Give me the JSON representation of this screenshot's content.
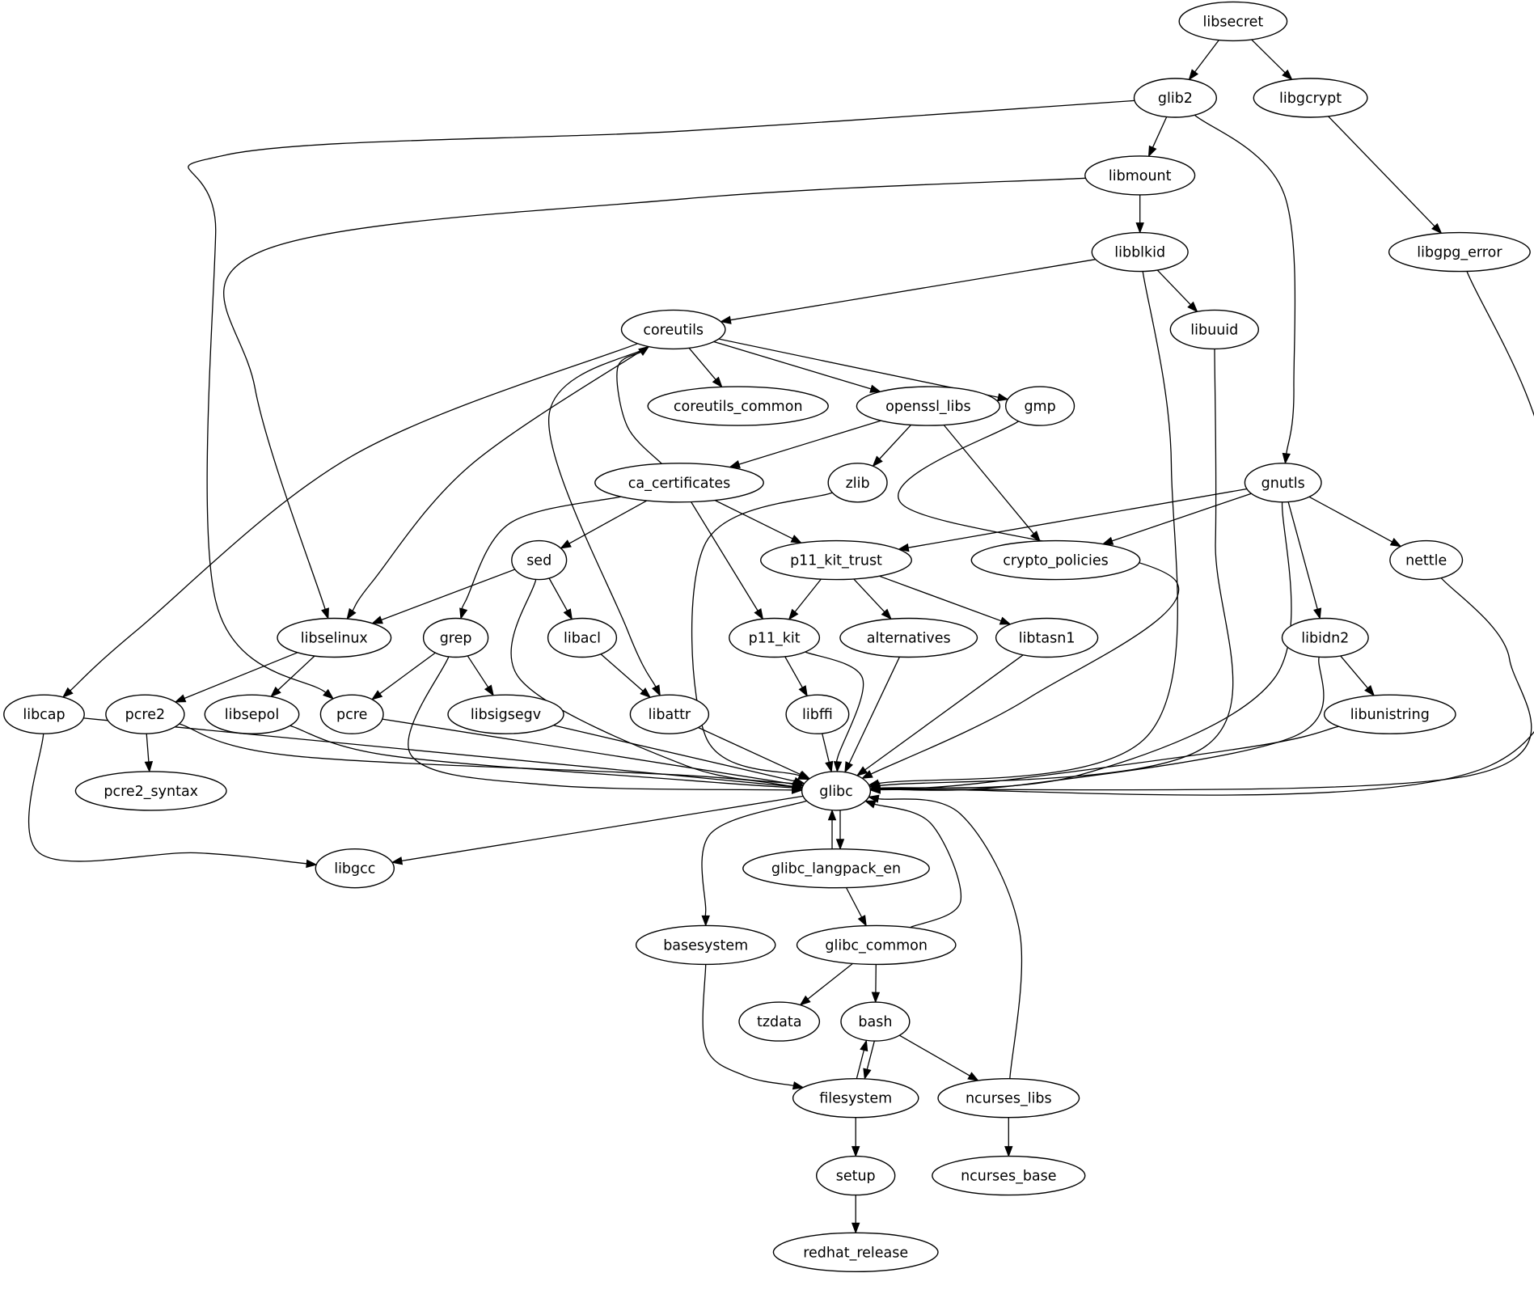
{
  "graph": {
    "nodes": [
      {
        "id": "libsecret",
        "label": "libsecret"
      },
      {
        "id": "glib2",
        "label": "glib2"
      },
      {
        "id": "libgcrypt",
        "label": "libgcrypt"
      },
      {
        "id": "libmount",
        "label": "libmount"
      },
      {
        "id": "libgpg_error",
        "label": "libgpg_error"
      },
      {
        "id": "libblkid",
        "label": "libblkid"
      },
      {
        "id": "coreutils",
        "label": "coreutils"
      },
      {
        "id": "libuuid",
        "label": "libuuid"
      },
      {
        "id": "coreutils_common",
        "label": "coreutils_common"
      },
      {
        "id": "openssl_libs",
        "label": "openssl_libs"
      },
      {
        "id": "gmp",
        "label": "gmp"
      },
      {
        "id": "ca_certificates",
        "label": "ca_certificates"
      },
      {
        "id": "zlib",
        "label": "zlib"
      },
      {
        "id": "gnutls",
        "label": "gnutls"
      },
      {
        "id": "sed",
        "label": "sed"
      },
      {
        "id": "p11_kit_trust",
        "label": "p11_kit_trust"
      },
      {
        "id": "crypto_policies",
        "label": "crypto_policies"
      },
      {
        "id": "nettle",
        "label": "nettle"
      },
      {
        "id": "libselinux",
        "label": "libselinux"
      },
      {
        "id": "grep",
        "label": "grep"
      },
      {
        "id": "libacl",
        "label": "libacl"
      },
      {
        "id": "p11_kit",
        "label": "p11_kit"
      },
      {
        "id": "alternatives",
        "label": "alternatives"
      },
      {
        "id": "libtasn1",
        "label": "libtasn1"
      },
      {
        "id": "libidn2",
        "label": "libidn2"
      },
      {
        "id": "libcap",
        "label": "libcap"
      },
      {
        "id": "pcre2",
        "label": "pcre2"
      },
      {
        "id": "libsepol",
        "label": "libsepol"
      },
      {
        "id": "pcre",
        "label": "pcre"
      },
      {
        "id": "libsigsegv",
        "label": "libsigsegv"
      },
      {
        "id": "libattr",
        "label": "libattr"
      },
      {
        "id": "libffi",
        "label": "libffi"
      },
      {
        "id": "libunistring",
        "label": "libunistring"
      },
      {
        "id": "glibc",
        "label": "glibc"
      },
      {
        "id": "pcre2_syntax",
        "label": "pcre2_syntax"
      },
      {
        "id": "libgcc",
        "label": "libgcc"
      },
      {
        "id": "glibc_langpack_en",
        "label": "glibc_langpack_en"
      },
      {
        "id": "basesystem",
        "label": "basesystem"
      },
      {
        "id": "glibc_common",
        "label": "glibc_common"
      },
      {
        "id": "tzdata",
        "label": "tzdata"
      },
      {
        "id": "bash",
        "label": "bash"
      },
      {
        "id": "filesystem",
        "label": "filesystem"
      },
      {
        "id": "ncurses_libs",
        "label": "ncurses_libs"
      },
      {
        "id": "setup",
        "label": "setup"
      },
      {
        "id": "ncurses_base",
        "label": "ncurses_base"
      },
      {
        "id": "redhat_release",
        "label": "redhat_release"
      }
    ],
    "edges": [
      [
        "libsecret",
        "glib2"
      ],
      [
        "libsecret",
        "libgcrypt"
      ],
      [
        "glib2",
        "libmount"
      ],
      [
        "glib2",
        "pcre"
      ],
      [
        "glib2",
        "gnutls"
      ],
      [
        "libgcrypt",
        "libgpg_error"
      ],
      [
        "libgpg_error",
        "glibc"
      ],
      [
        "libmount",
        "libblkid"
      ],
      [
        "libmount",
        "libselinux"
      ],
      [
        "libblkid",
        "coreutils"
      ],
      [
        "libblkid",
        "libuuid"
      ],
      [
        "libblkid",
        "glibc"
      ],
      [
        "libuuid",
        "glibc"
      ],
      [
        "coreutils",
        "coreutils_common"
      ],
      [
        "coreutils",
        "openssl_libs"
      ],
      [
        "coreutils",
        "gmp"
      ],
      [
        "coreutils",
        "libselinux"
      ],
      [
        "coreutils",
        "libcap"
      ],
      [
        "coreutils",
        "libattr"
      ],
      [
        "openssl_libs",
        "ca_certificates"
      ],
      [
        "openssl_libs",
        "zlib"
      ],
      [
        "openssl_libs",
        "crypto_policies"
      ],
      [
        "gmp",
        "glibc"
      ],
      [
        "zlib",
        "glibc"
      ],
      [
        "ca_certificates",
        "coreutils"
      ],
      [
        "ca_certificates",
        "sed"
      ],
      [
        "ca_certificates",
        "grep"
      ],
      [
        "ca_certificates",
        "p11_kit_trust"
      ],
      [
        "ca_certificates",
        "p11_kit"
      ],
      [
        "gnutls",
        "p11_kit_trust"
      ],
      [
        "gnutls",
        "crypto_policies"
      ],
      [
        "gnutls",
        "nettle"
      ],
      [
        "gnutls",
        "libidn2"
      ],
      [
        "gnutls",
        "glibc"
      ],
      [
        "nettle",
        "glibc"
      ],
      [
        "sed",
        "libselinux"
      ],
      [
        "sed",
        "libacl"
      ],
      [
        "sed",
        "glibc"
      ],
      [
        "p11_kit_trust",
        "p11_kit"
      ],
      [
        "p11_kit_trust",
        "alternatives"
      ],
      [
        "p11_kit_trust",
        "libtasn1"
      ],
      [
        "libselinux",
        "pcre2"
      ],
      [
        "libselinux",
        "libsepol"
      ],
      [
        "grep",
        "pcre"
      ],
      [
        "grep",
        "libsigsegv"
      ],
      [
        "grep",
        "glibc"
      ],
      [
        "libacl",
        "libattr"
      ],
      [
        "p11_kit",
        "libffi"
      ],
      [
        "p11_kit",
        "glibc"
      ],
      [
        "alternatives",
        "glibc"
      ],
      [
        "libtasn1",
        "glibc"
      ],
      [
        "libidn2",
        "libunistring"
      ],
      [
        "libidn2",
        "glibc"
      ],
      [
        "libcap",
        "glibc"
      ],
      [
        "libcap",
        "libgcc"
      ],
      [
        "pcre2",
        "pcre2_syntax"
      ],
      [
        "pcre2",
        "glibc"
      ],
      [
        "libsepol",
        "glibc"
      ],
      [
        "pcre",
        "glibc"
      ],
      [
        "libsigsegv",
        "glibc"
      ],
      [
        "libattr",
        "glibc"
      ],
      [
        "libffi",
        "glibc"
      ],
      [
        "libunistring",
        "glibc"
      ],
      [
        "glibc",
        "libgcc"
      ],
      [
        "glibc",
        "glibc_langpack_en"
      ],
      [
        "glibc",
        "basesystem"
      ],
      [
        "glibc_langpack_en",
        "glibc"
      ],
      [
        "glibc_langpack_en",
        "glibc_common"
      ],
      [
        "glibc_common",
        "glibc"
      ],
      [
        "glibc_common",
        "tzdata"
      ],
      [
        "glibc_common",
        "bash"
      ],
      [
        "basesystem",
        "filesystem"
      ],
      [
        "bash",
        "filesystem"
      ],
      [
        "bash",
        "ncurses_libs"
      ],
      [
        "filesystem",
        "bash"
      ],
      [
        "filesystem",
        "setup"
      ],
      [
        "ncurses_libs",
        "glibc"
      ],
      [
        "ncurses_libs",
        "ncurses_base"
      ],
      [
        "setup",
        "redhat_release"
      ]
    ]
  }
}
